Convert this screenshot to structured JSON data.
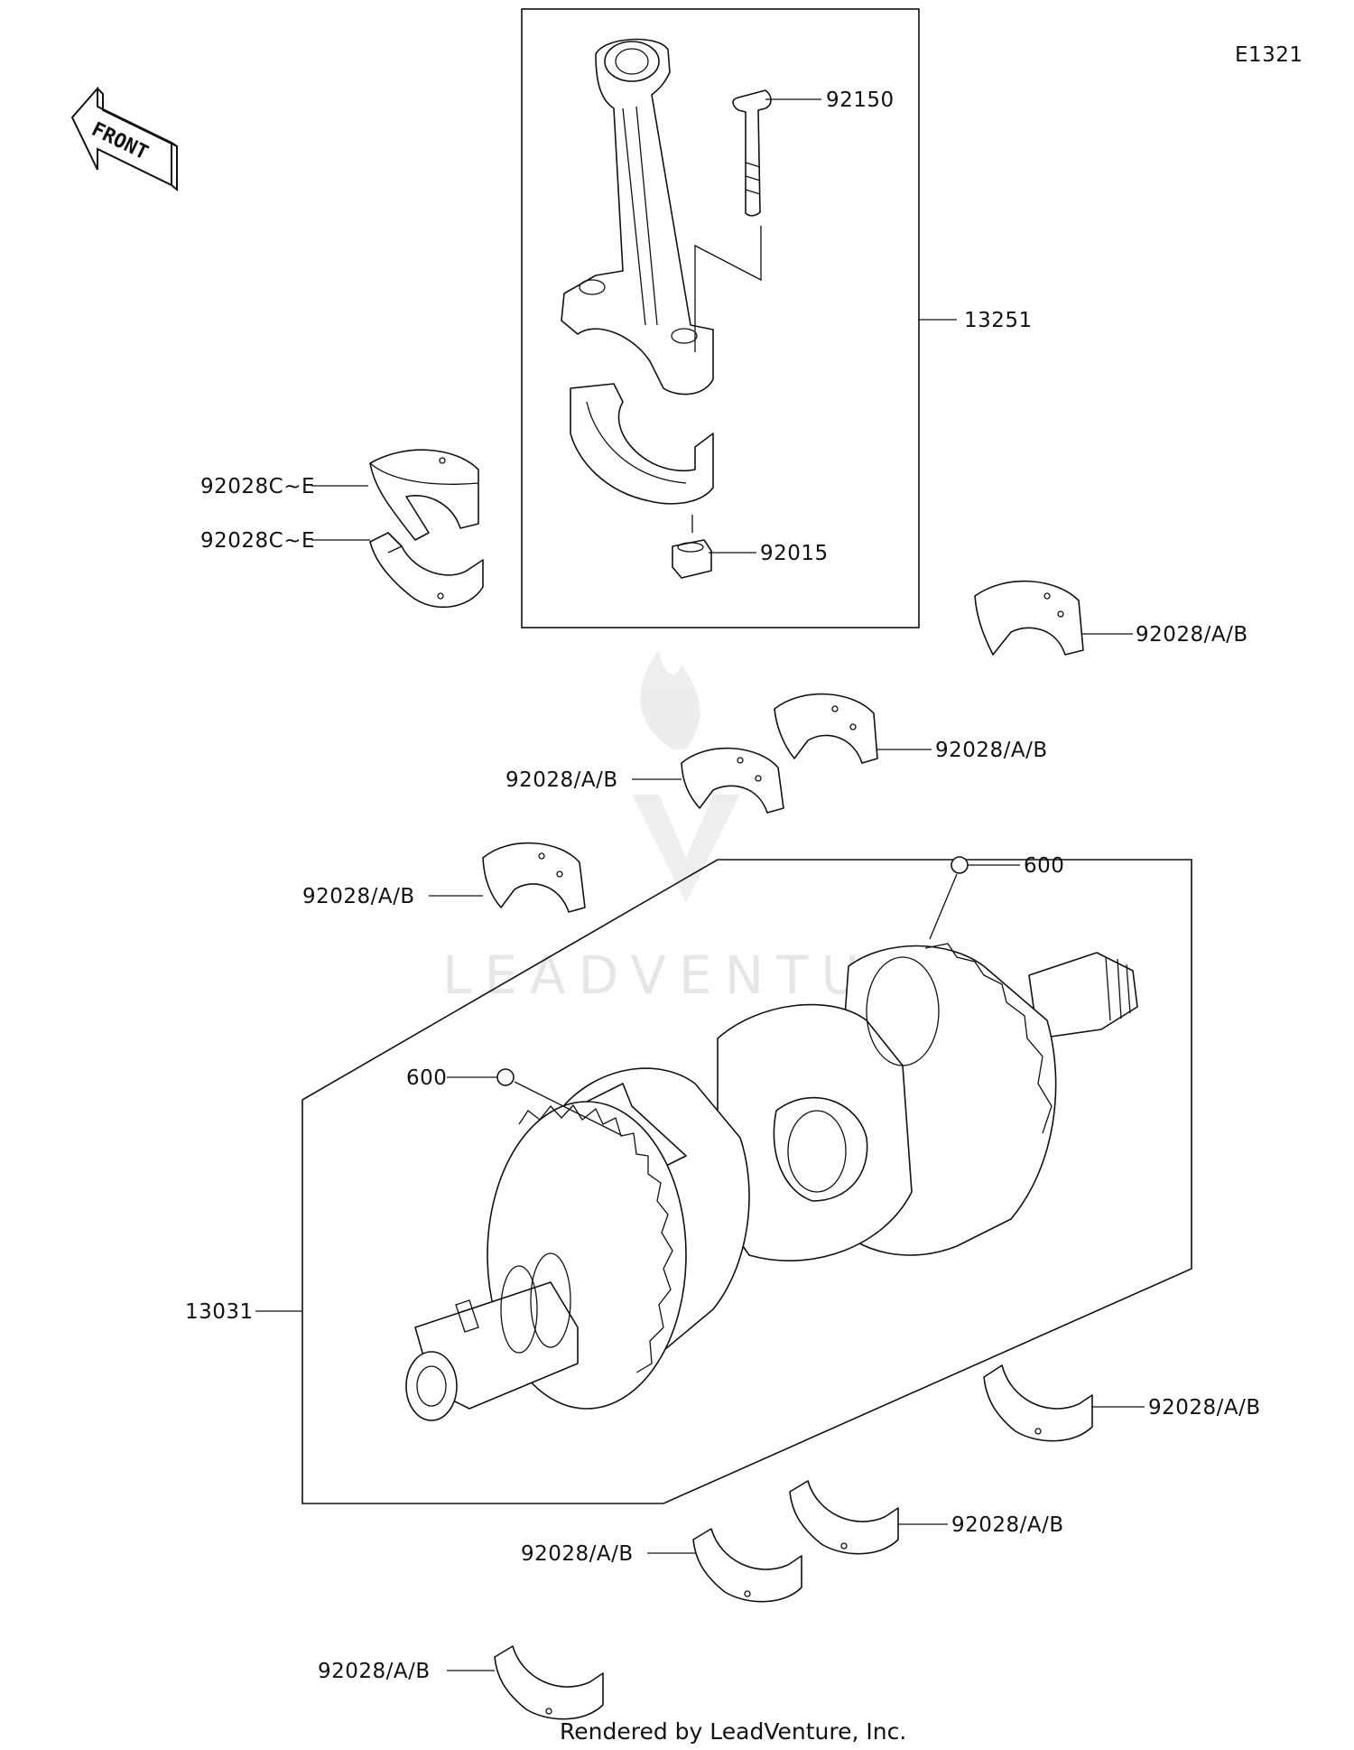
{
  "diagram_code": "E1321",
  "front_label": "FRONT",
  "watermark": "LEADVENTURE",
  "footer": "Rendered by LeadVenture, Inc.",
  "callouts": {
    "p92150": "92150",
    "p13251": "13251",
    "p92015": "92015",
    "p92028ce_top": "92028C~E",
    "p92028ce_bottom": "92028C~E",
    "p92028ab_right_top": "92028/A/B",
    "p92028ab_mid_right": "92028/A/B",
    "p92028ab_mid_left": "92028/A/B",
    "p92028ab_left": "92028/A/B",
    "p600_top": "600",
    "p600_left": "600",
    "p13031": "13031",
    "p92028ab_low_right": "92028/A/B",
    "p92028ab_low_mid": "92028/A/B",
    "p92028ab_low_center": "92028/A/B",
    "p92028ab_bottom": "92028/A/B"
  },
  "icons": [
    "front-arrow-icon",
    "leadventure-flame-icon"
  ]
}
